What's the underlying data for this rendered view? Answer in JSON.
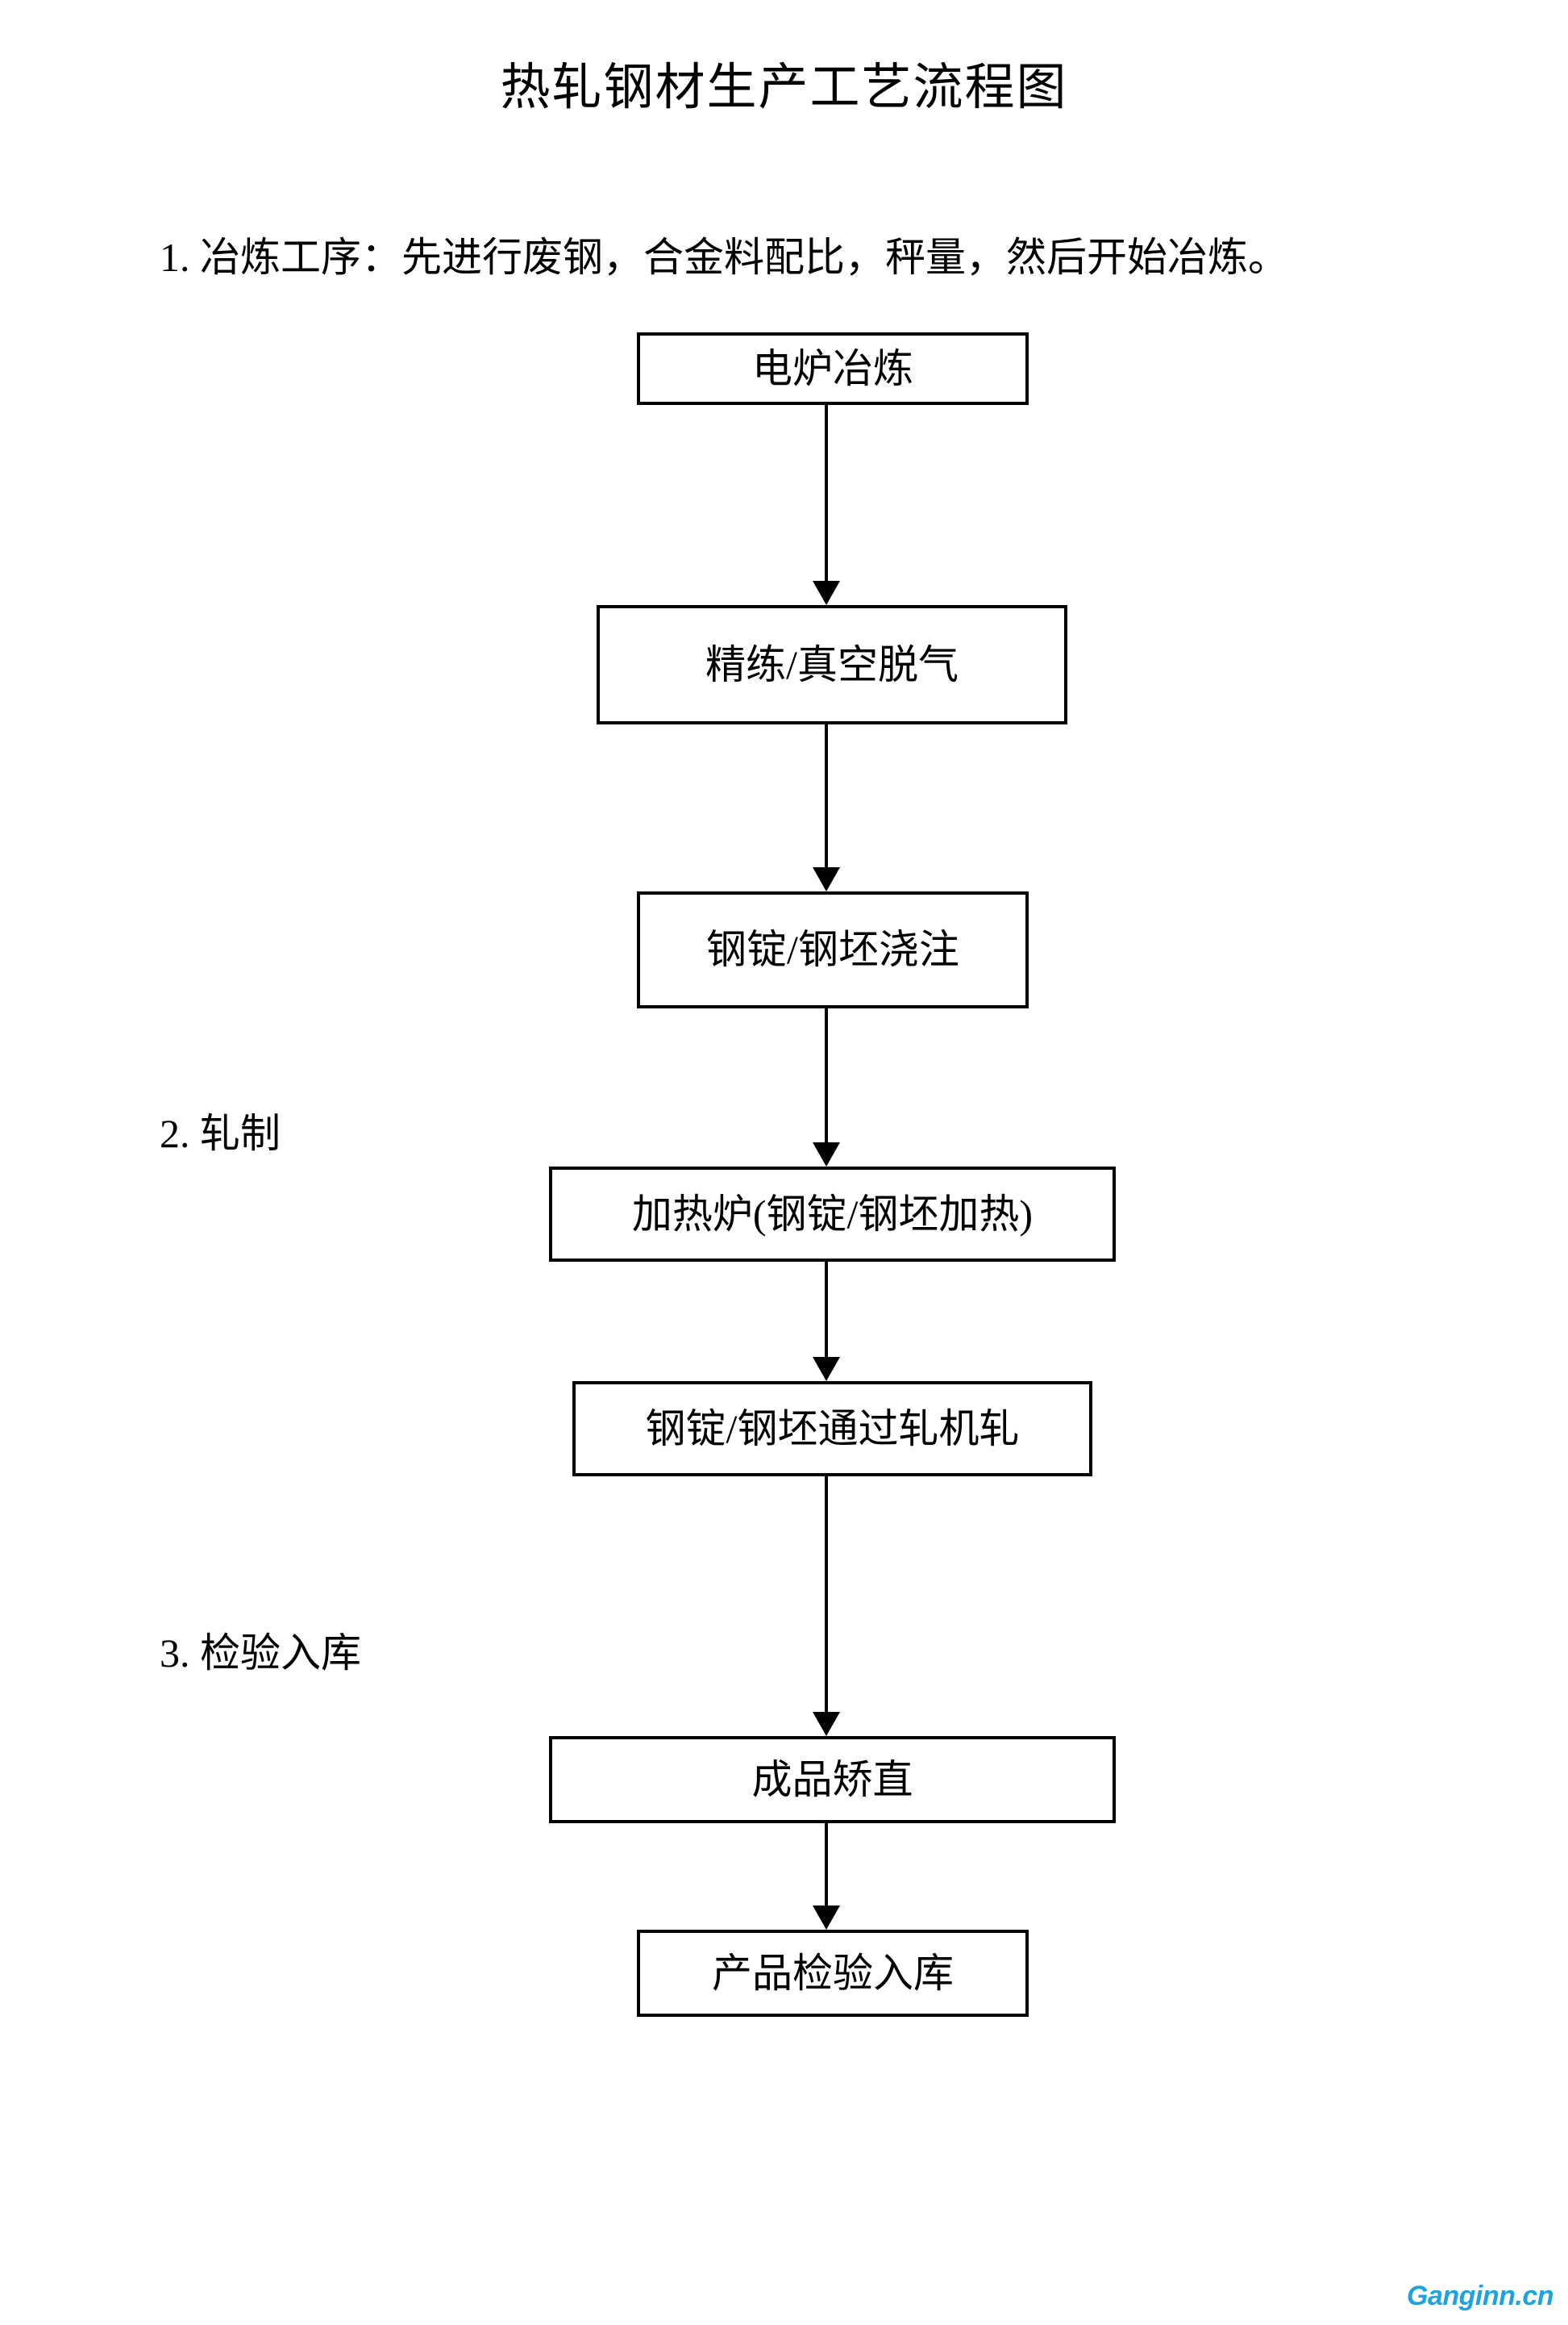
{
  "document": {
    "title": "热轧钢材生产工艺流程图",
    "watermark": "Ganginn.cn",
    "watermark_color": "#1fa3e0",
    "background_color": "#ffffff",
    "line_color": "#000000"
  },
  "steps": [
    {
      "number": "1.",
      "text": "1. 冶炼工序：先进行废钢，合金料配比，秤量，然后开始冶炼。"
    },
    {
      "number": "2.",
      "text": "2. 轧制"
    },
    {
      "number": "3.",
      "text": "3. 检验入库"
    }
  ],
  "chart_data": {
    "type": "flowchart",
    "title": "热轧钢材生产工艺流程图",
    "orientation": "top-to-bottom",
    "node_shape": "rectangle",
    "nodes": [
      {
        "id": "n1",
        "label": "电炉冶炼",
        "stage": "1. 冶炼工序"
      },
      {
        "id": "n2",
        "label": "精练/真空脱气",
        "stage": "1. 冶炼工序"
      },
      {
        "id": "n3",
        "label": "钢锭/钢坯浇注",
        "stage": "1. 冶炼工序"
      },
      {
        "id": "n4",
        "label": "加热炉(钢锭/钢坯加热)",
        "stage": "2. 轧制"
      },
      {
        "id": "n5",
        "label": "钢锭/钢坯通过轧机轧",
        "stage": "2. 轧制"
      },
      {
        "id": "n6",
        "label": "成品矫直",
        "stage": "3. 检验入库"
      },
      {
        "id": "n7",
        "label": "产品检验入库",
        "stage": "3. 检验入库"
      }
    ],
    "edges": [
      {
        "from": "n1",
        "to": "n2",
        "label": "",
        "arrow": "down"
      },
      {
        "from": "n2",
        "to": "n3",
        "label": "",
        "arrow": "down"
      },
      {
        "from": "n3",
        "to": "n4",
        "label": "",
        "arrow": "down"
      },
      {
        "from": "n4",
        "to": "n5",
        "label": "",
        "arrow": "down"
      },
      {
        "from": "n5",
        "to": "n6",
        "label": "",
        "arrow": "down"
      },
      {
        "from": "n6",
        "to": "n7",
        "label": "",
        "arrow": "down"
      }
    ]
  }
}
